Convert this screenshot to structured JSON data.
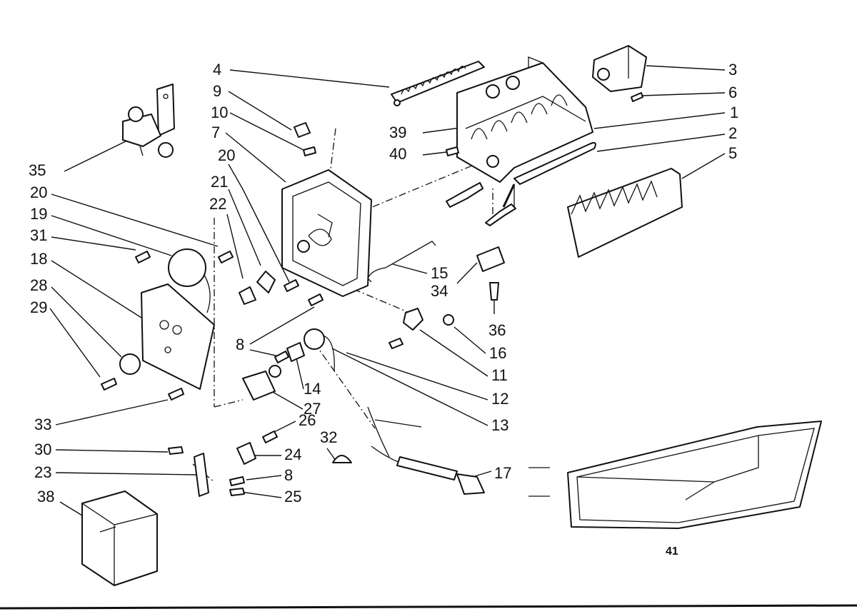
{
  "callouts": [
    {
      "id": "c4",
      "text": "4"
    },
    {
      "id": "c9",
      "text": "9"
    },
    {
      "id": "c10",
      "text": "10"
    },
    {
      "id": "c7",
      "text": "7"
    },
    {
      "id": "c20a",
      "text": "20"
    },
    {
      "id": "c21",
      "text": "21"
    },
    {
      "id": "c22",
      "text": "22"
    },
    {
      "id": "c35",
      "text": "35"
    },
    {
      "id": "c20b",
      "text": "20"
    },
    {
      "id": "c19",
      "text": "19"
    },
    {
      "id": "c31",
      "text": "31"
    },
    {
      "id": "c18",
      "text": "18"
    },
    {
      "id": "c28",
      "text": "28"
    },
    {
      "id": "c29",
      "text": "29"
    },
    {
      "id": "c3",
      "text": "3"
    },
    {
      "id": "c6",
      "text": "6"
    },
    {
      "id": "c1",
      "text": "1"
    },
    {
      "id": "c2",
      "text": "2"
    },
    {
      "id": "c5",
      "text": "5"
    },
    {
      "id": "c39",
      "text": "39"
    },
    {
      "id": "c40",
      "text": "40"
    },
    {
      "id": "c15",
      "text": "15"
    },
    {
      "id": "c34",
      "text": "34"
    },
    {
      "id": "c36",
      "text": "36"
    },
    {
      "id": "c16",
      "text": "16"
    },
    {
      "id": "c11",
      "text": "11"
    },
    {
      "id": "c12",
      "text": "12"
    },
    {
      "id": "c13",
      "text": "13"
    },
    {
      "id": "c8a",
      "text": "8"
    },
    {
      "id": "c14",
      "text": "14"
    },
    {
      "id": "c27",
      "text": "27"
    },
    {
      "id": "c33",
      "text": "33"
    },
    {
      "id": "c26",
      "text": "26"
    },
    {
      "id": "c32",
      "text": "32"
    },
    {
      "id": "c30",
      "text": "30"
    },
    {
      "id": "c24",
      "text": "24"
    },
    {
      "id": "c23",
      "text": "23"
    },
    {
      "id": "c8b",
      "text": "8"
    },
    {
      "id": "c25",
      "text": "25"
    },
    {
      "id": "c38",
      "text": "38"
    },
    {
      "id": "c17",
      "text": "17"
    },
    {
      "id": "c41",
      "text": "41"
    }
  ]
}
